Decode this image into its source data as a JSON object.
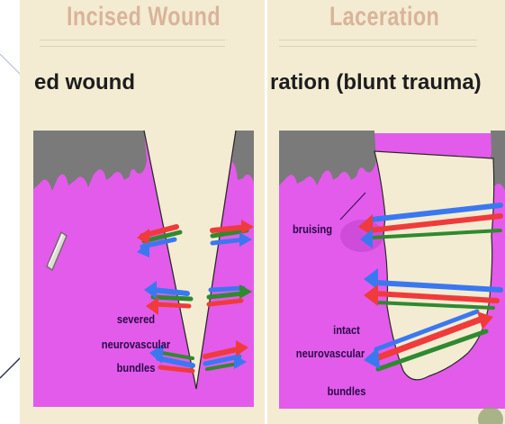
{
  "left_panel": {
    "title": "Incised Wound",
    "subtitle": "ed wound",
    "label_lines": [
      "severed",
      "neurovascular",
      "bundles"
    ]
  },
  "right_panel": {
    "title": "Laceration",
    "subtitle": "ration (blunt trauma)",
    "bruising_label": "bruising",
    "label_lines": [
      "intact",
      "neurovascular",
      "bundles"
    ]
  },
  "colors": {
    "tissue": "#e35bea",
    "epidermis": "#7a7a7a",
    "paper": "#f4ecd2",
    "title": "#d8b49b",
    "label": "#2a0b4a",
    "arrow_red": "#ef3b3b",
    "arrow_blue": "#3a78f0",
    "arrow_green": "#2f8a2f"
  }
}
